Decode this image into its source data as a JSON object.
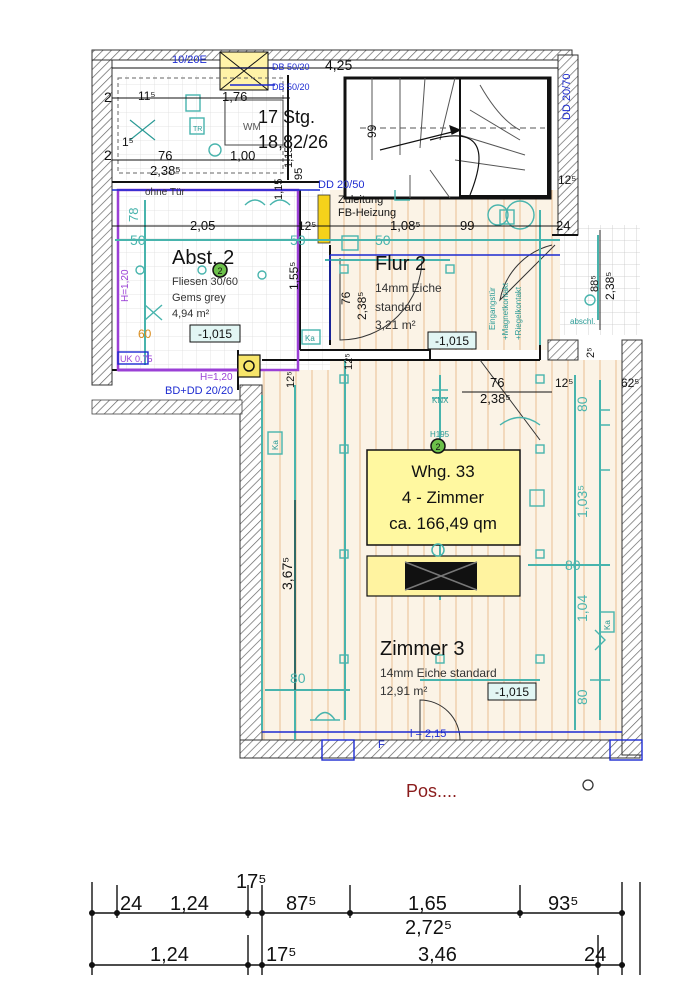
{
  "apartment": {
    "number_label": "Whg. 33",
    "rooms_label": "4 - Zimmer",
    "area_label": "ca. 166,49 qm"
  },
  "stairs": {
    "steps_label": "17 Stg.",
    "ratio_label": "18,82/26"
  },
  "rooms": [
    {
      "name": "Abst. 2",
      "floor": "Fliesen 30/60",
      "floor2": "Gems grey",
      "area": "4,94 m²",
      "level": "-1,015"
    },
    {
      "name": "Flur 2",
      "floor": "14mm Eiche",
      "floor2": "standard",
      "area": "3,21 m²",
      "level": "-1,015"
    },
    {
      "name": "Zimmer 3",
      "floor": "14mm Eiche standard",
      "area": "12,91 m²",
      "level": "-1,015"
    }
  ],
  "markers": {
    "room_badge": "2",
    "position": "Pos...."
  },
  "annotations": {
    "ohne_tuer": "ohne Tür",
    "zuleitung": "Zuleitung",
    "fb_heizung": "FB-Heizung",
    "wm": "WM",
    "trockner": "TR",
    "ka": "Ka",
    "knx": "KNX",
    "eingang": "Eingangstür",
    "magnet": "+Magnetkontakt",
    "riegel": "+Riegelkontakt",
    "abschl": "abschl.",
    "h120": "H=1,20",
    "uk075": "UK 0,75",
    "h120b": "H=1,20",
    "i215": "l = 2,15",
    "f": "F",
    "h195": "H195"
  },
  "ducts": {
    "top": "10/20E",
    "db1": "DB 50/20",
    "db2": "DB 50/20",
    "dd1": "DD 20/50",
    "dd_right": "DD 20/70",
    "bd": "BD+DD 20/20"
  },
  "dimensions": {
    "d425": "4,25",
    "d2a": "2",
    "d115": "11⁵",
    "d176": "1,76",
    "d99": "99",
    "d15": "1⁵",
    "d2b": "2",
    "d76a": "76",
    "d238a": "2,38⁵",
    "d100": "1,00",
    "d115b": "1,15",
    "d115c": "1,15",
    "d95": "95",
    "d12": "12⁵",
    "d205": "2,05",
    "d125a": "12⁵",
    "d108": "1,08⁵",
    "d99b": "99",
    "d24a": "24",
    "d50a": "50",
    "d50b": "50",
    "d50c": "50",
    "d78": "78",
    "d155": "1,55⁵",
    "d238b": "2,38⁵",
    "d76b": "76",
    "d60": "60",
    "d885": "88⁵",
    "d238c": "2,38⁵",
    "d25": "2⁵",
    "d125b": "12⁵",
    "d125c": "12⁵",
    "d76c": "76",
    "d238d": "2,38⁵",
    "d125d": "12⁵",
    "d625": "62⁵",
    "d80a": "80",
    "d103": "1,03⁵",
    "d80b": "80",
    "d104": "1,04",
    "d80c": "80",
    "d367": "3,67⁵",
    "d80d": "80"
  },
  "dimension_chain": {
    "row1": [
      "24",
      "1,24",
      "17⁵",
      "87⁵",
      "1,65",
      "93⁵"
    ],
    "row2_total": "2,72⁵",
    "row3": [
      "1,24",
      "17⁵",
      "3,46",
      "24"
    ]
  }
}
